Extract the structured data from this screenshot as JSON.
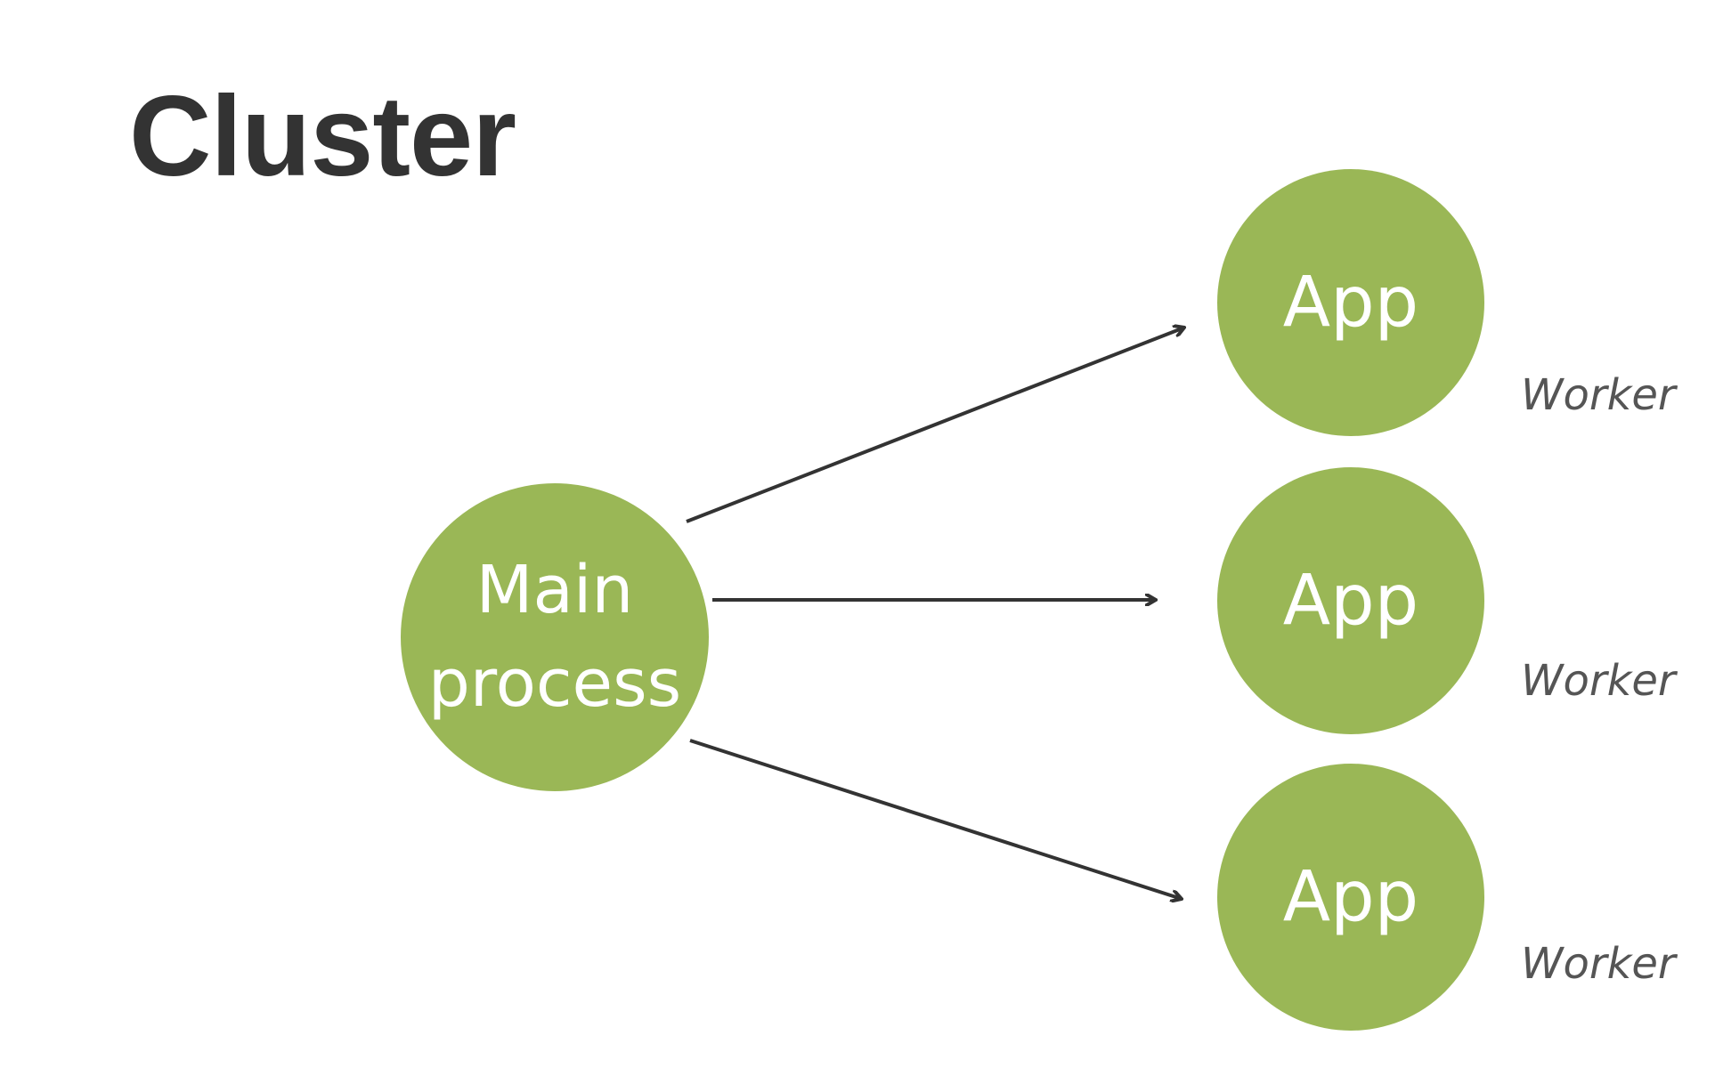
{
  "slide": {
    "title": "Cluster"
  },
  "colors": {
    "node_fill": "#9ab756",
    "node_text": "#ffffff",
    "arrow": "#333333",
    "title": "#333333",
    "worker_label": "#555555"
  },
  "nodes": {
    "main": {
      "line1": "Main",
      "line2": "process"
    },
    "apps": [
      {
        "label": "App",
        "role": "Worker"
      },
      {
        "label": "App",
        "role": "Worker"
      },
      {
        "label": "App",
        "role": "Worker"
      }
    ]
  }
}
